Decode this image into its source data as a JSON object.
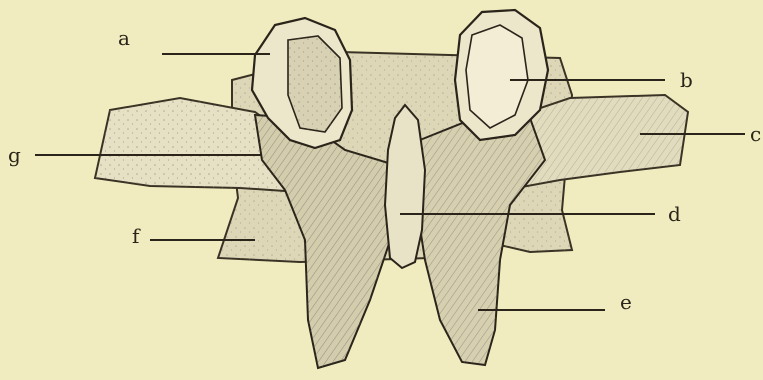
{
  "figure": {
    "labels": {
      "a": "a",
      "b": "b",
      "c": "c",
      "d": "d",
      "e": "e",
      "f": "f",
      "g": "g"
    },
    "colors": {
      "paper": "#f1ecbf",
      "bone_fill": "#e2ddc0",
      "ink": "#2a241a"
    }
  }
}
